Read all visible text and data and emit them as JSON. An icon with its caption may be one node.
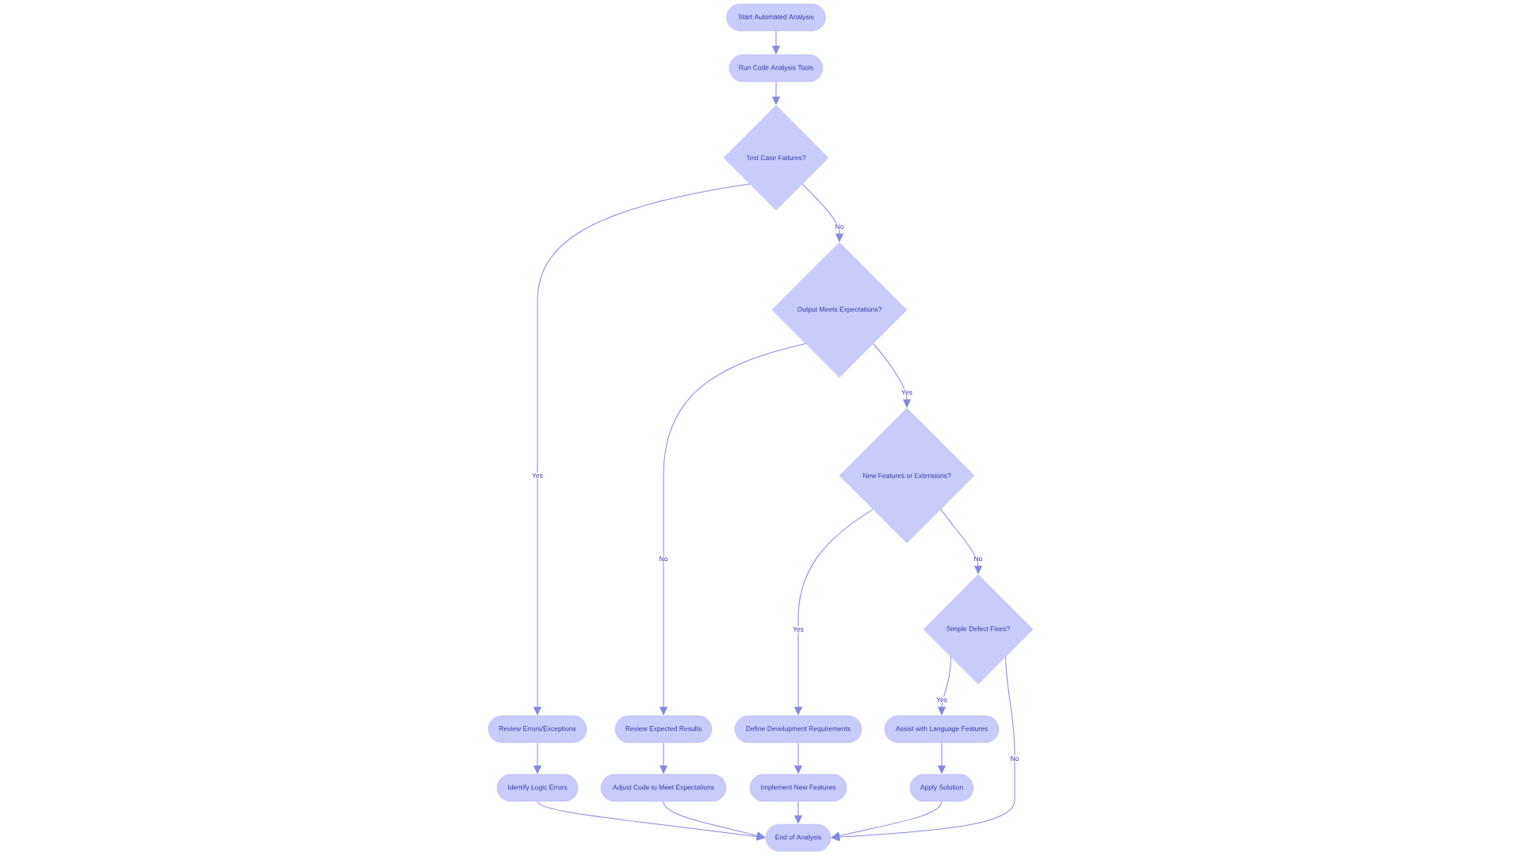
{
  "diagram": {
    "nodes": [
      {
        "text": [
          "Start Automated Analysis"
        ]
      },
      {
        "text": [
          "Run Code Analysis Tools"
        ]
      },
      {
        "text": [
          "Test Case Failures?"
        ]
      },
      {
        "text": [
          "Output Meets Expectations?"
        ]
      },
      {
        "text": [
          "New Features or Extensions?"
        ]
      },
      {
        "text": [
          "Simple Defect Fixes?"
        ]
      },
      {
        "text": [
          "Review Errors/Exceptions"
        ]
      },
      {
        "text": [
          "Review Expected Results"
        ]
      },
      {
        "text": [
          "Define Development Requirements"
        ]
      },
      {
        "text": [
          "Assist with Language Features"
        ]
      },
      {
        "text": [
          "Identify Logic Errors"
        ]
      },
      {
        "text": [
          "Adjust Code to Meet Expectations"
        ]
      },
      {
        "text": [
          "Implement New Features"
        ]
      },
      {
        "text": [
          "Apply Solution"
        ]
      },
      {
        "text": [
          "End of Analysis"
        ]
      }
    ],
    "edges": [
      {
        "from": 0,
        "to": 1,
        "arrow": "to"
      },
      {
        "from": 1,
        "to": 2,
        "arrow": "to"
      },
      {
        "from": 2,
        "to": 6,
        "arrow": "to",
        "label": "Yes"
      },
      {
        "from": 2,
        "to": 3,
        "arrow": "to",
        "label": "No"
      },
      {
        "from": 3,
        "to": 4,
        "arrow": "to",
        "label": "Yes"
      },
      {
        "from": 3,
        "to": 7,
        "arrow": "to",
        "label": "No"
      },
      {
        "from": 4,
        "to": 8,
        "arrow": "to",
        "label": "Yes"
      },
      {
        "from": 4,
        "to": 5,
        "arrow": "to",
        "label": "No"
      },
      {
        "from": 5,
        "to": 9,
        "arrow": "to",
        "label": "Yes"
      },
      {
        "from": 5,
        "to": 14,
        "arrow": "to",
        "label": "No"
      },
      {
        "from": 6,
        "to": 10,
        "arrow": "to"
      },
      {
        "from": 7,
        "to": 11,
        "arrow": "to"
      },
      {
        "from": 8,
        "to": 12,
        "arrow": "to"
      },
      {
        "from": 9,
        "to": 13,
        "arrow": "to"
      },
      {
        "from": 10,
        "to": 14,
        "arrow": "to"
      },
      {
        "from": 11,
        "to": 14,
        "arrow": "to"
      },
      {
        "from": 12,
        "to": 14,
        "arrow": "to"
      },
      {
        "from": 13,
        "to": 14,
        "arrow": "to"
      }
    ]
  }
}
